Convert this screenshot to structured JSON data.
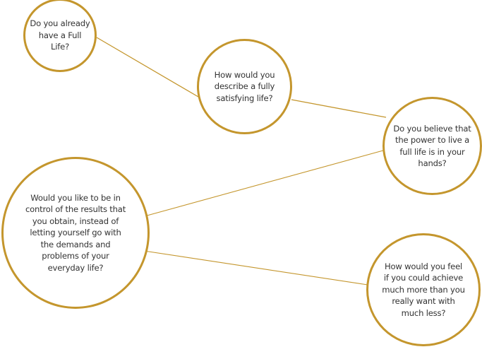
{
  "colors": {
    "accent": "#c4962d",
    "text": "#333333",
    "background": "#ffffff"
  },
  "nodes": [
    {
      "id": "full-life",
      "text": "Do you already have a Full Life?"
    },
    {
      "id": "describe",
      "text": "How would you describe a fully satisfying life?"
    },
    {
      "id": "power",
      "text": "Do you believe that the power to live a full life is in your hands?"
    },
    {
      "id": "control",
      "text": "Would you like to be in control of the results that you obtain, instead of letting yourself go with the demands and problems of your everyday life?"
    },
    {
      "id": "achieve",
      "text": "How would you feel if you could achieve much more than you really want with much less?"
    }
  ],
  "links": [
    {
      "from": "full-life",
      "to": "describe"
    },
    {
      "from": "describe",
      "to": "power"
    },
    {
      "from": "control",
      "to": "power"
    },
    {
      "from": "control",
      "to": "achieve"
    }
  ]
}
